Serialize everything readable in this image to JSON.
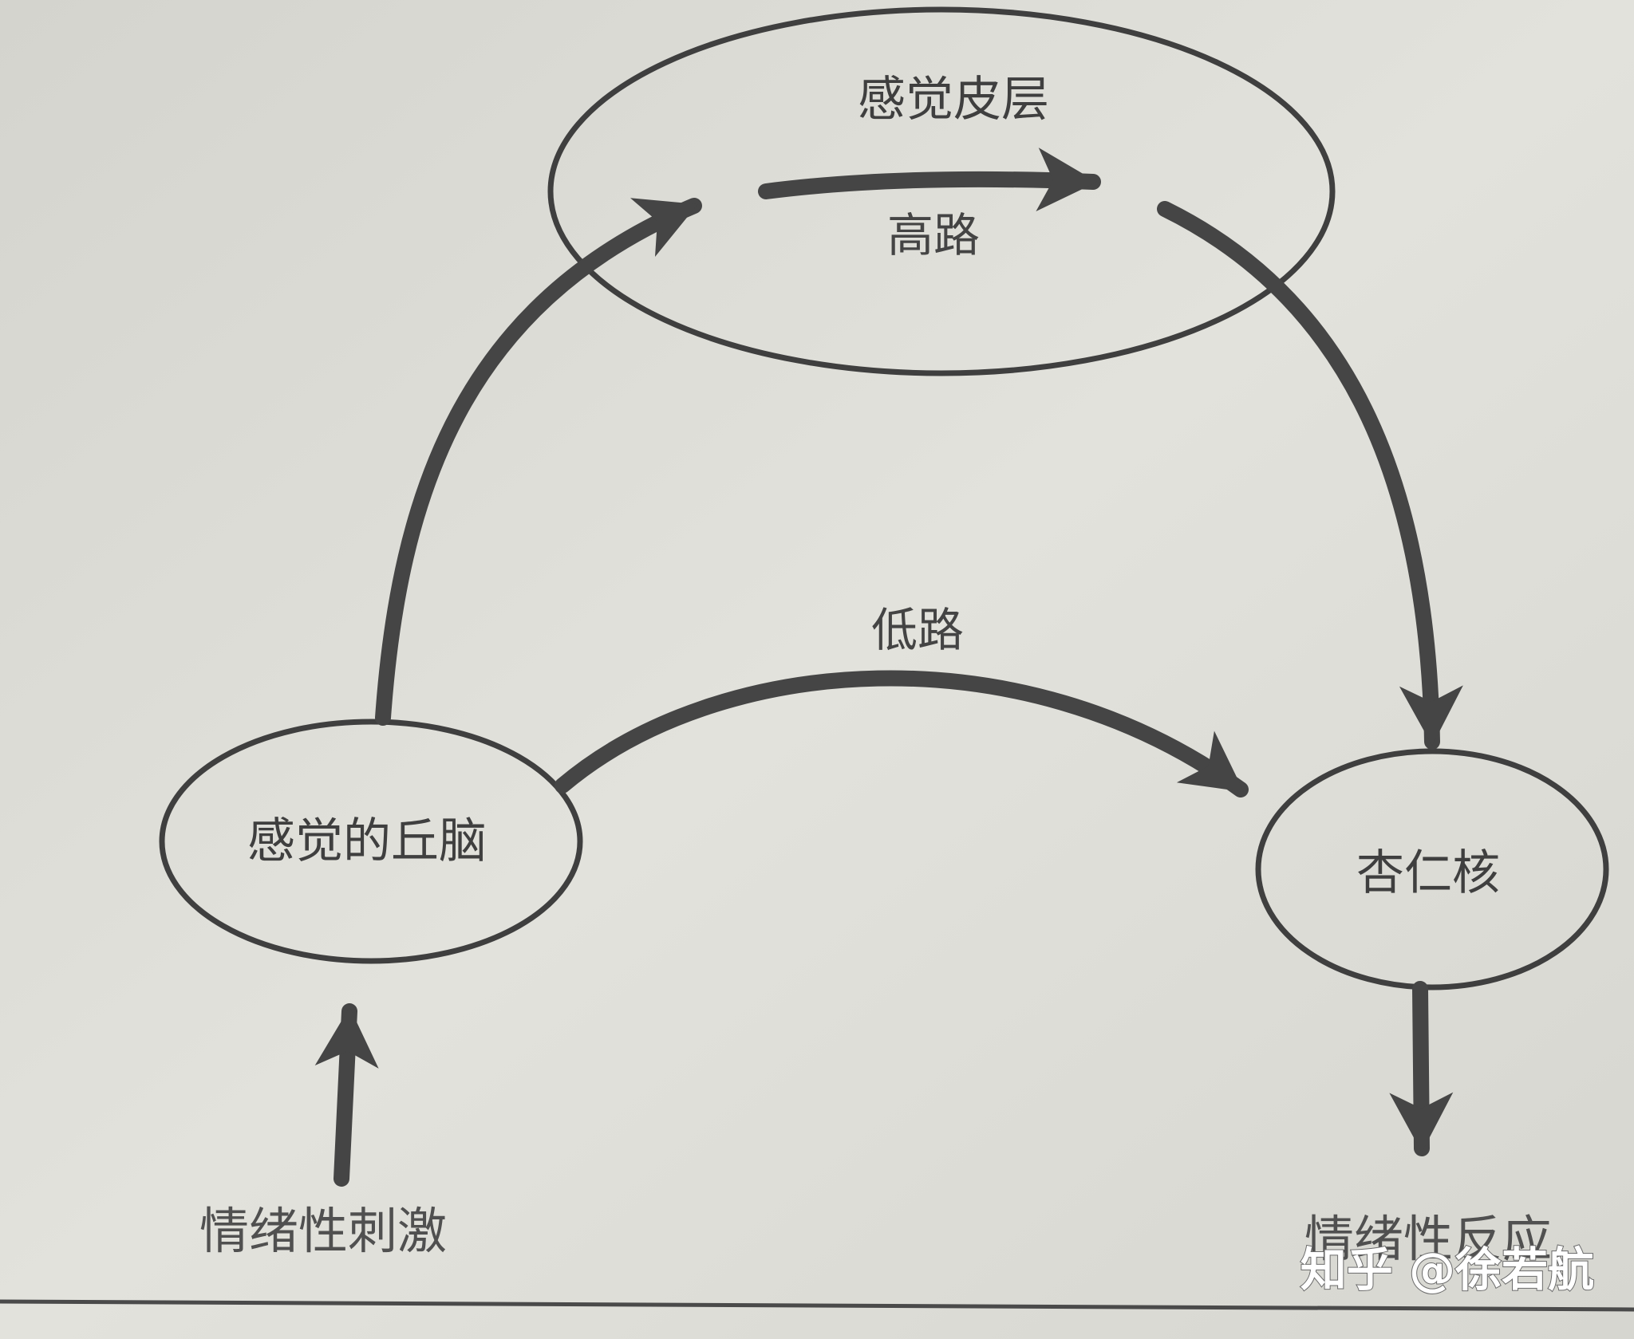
{
  "colors": {
    "paper": "#dcdcd6",
    "ink": "#3f3f3f",
    "arrow": "#454545"
  },
  "nodes": {
    "cortex": "感觉皮层",
    "thalamus": "感觉的丘脑",
    "amygdala": "杏仁核"
  },
  "edges": {
    "high_road": "高路",
    "low_road": "低路"
  },
  "io": {
    "stimulus": "情绪性刺激",
    "response": "情绪性反应"
  },
  "watermark": "知乎 @徐若航"
}
